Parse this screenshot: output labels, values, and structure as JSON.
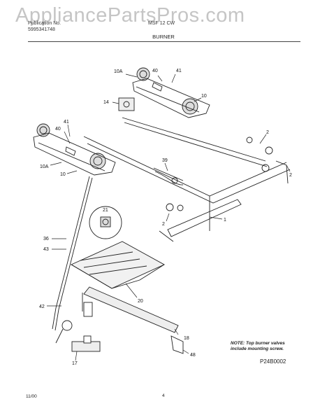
{
  "watermark": "AppliancePartsPros.com",
  "header": {
    "publication_label": "Publication No.",
    "publication_number": "5995341748",
    "model": "MSF 12 CW",
    "section_title": "BURNER"
  },
  "callouts": [
    "10A",
    "40",
    "41",
    "10",
    "14",
    "2",
    "41",
    "40",
    "10A",
    "10",
    "39",
    "2",
    "21",
    "1",
    "2",
    "36",
    "43",
    "20",
    "42",
    "18",
    "17",
    "48"
  ],
  "note": {
    "line1": "NOTE: Top burner valves",
    "line2": "include mounting screw."
  },
  "diagram_code": "P24B0002",
  "footer": {
    "date": "11/00",
    "page_number": "4"
  }
}
